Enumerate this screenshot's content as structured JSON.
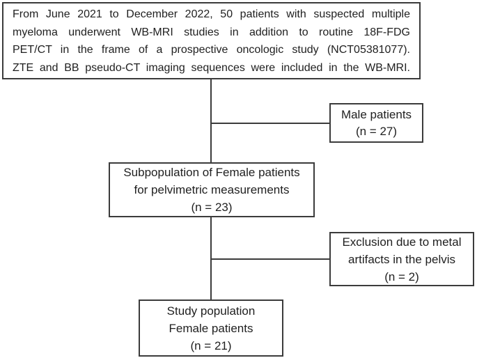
{
  "figure": {
    "type": "flowchart",
    "colors": {
      "border": "#3b3b3b",
      "text": "#1f1f1f",
      "background": "#ffffff"
    },
    "nodes": {
      "source": {
        "lines": [
          "From June 2021 to December 2022, 50 patients with suspected multiple",
          "myeloma underwent WB-MRI studies in addition to routine 18F-FDG",
          "PET/CT in the frame of a prospective oncologic study (NCT05381077).",
          "ZTE and BB pseudo-CT imaging sequences were included in the WB-MRI."
        ]
      },
      "male": {
        "lines": [
          "Male patients",
          "(n = 27)"
        ]
      },
      "subpopulation": {
        "lines": [
          "Subpopulation of Female patients",
          "for pelvimetric measurements",
          "(n = 23)"
        ]
      },
      "exclusion": {
        "lines": [
          "Exclusion due to metal",
          "artifacts in the pelvis",
          "(n = 2)"
        ]
      },
      "study": {
        "lines": [
          "Study population",
          "Female patients",
          "(n = 21)"
        ]
      }
    }
  }
}
